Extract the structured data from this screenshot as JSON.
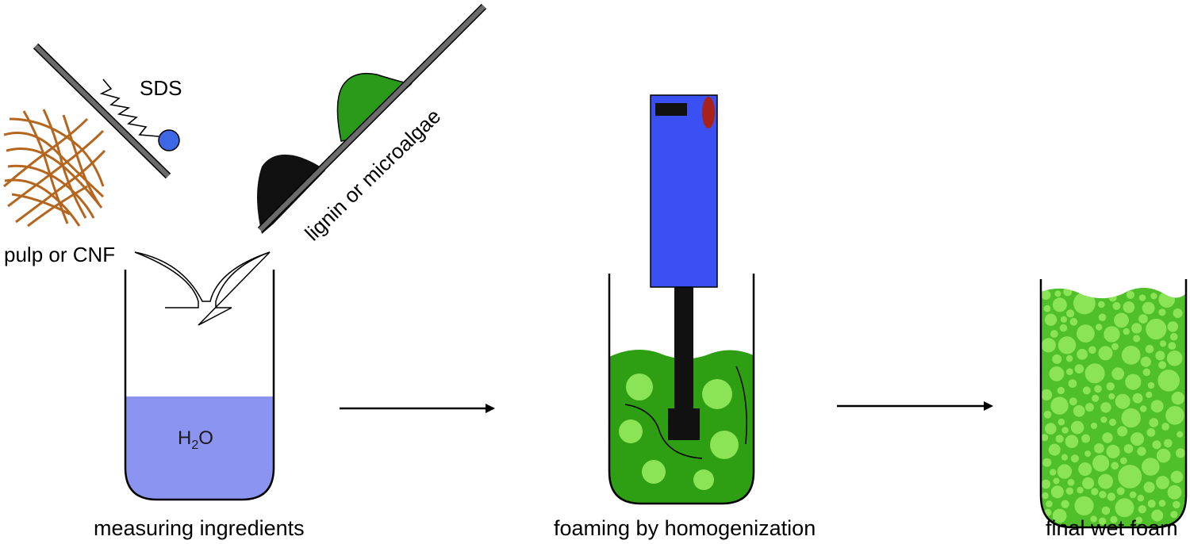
{
  "labels": {
    "sds": "SDS",
    "pulp": "pulp or CNF",
    "lignin": "lignin or microalgae",
    "water_main": "H",
    "water_sub": "2",
    "water_tail": "O"
  },
  "steps": [
    {
      "caption": "measuring ingredients"
    },
    {
      "caption": "foaming by homogenization"
    },
    {
      "caption": "final wet foam"
    }
  ],
  "colors": {
    "water": "#8b94f0",
    "liquid_green": "#2e9e12",
    "bubble": "#8be356",
    "foam_bg": "#4fbf2a",
    "fibers": "#b5651d",
    "homogenizer_body": "#3b50f2",
    "homogenizer_light": "#a8221a",
    "sds_head": "#3e67e6",
    "lignin_black": "#111111",
    "algae_green": "#2a9a1a",
    "plate_gray": "#6b6b6b"
  }
}
